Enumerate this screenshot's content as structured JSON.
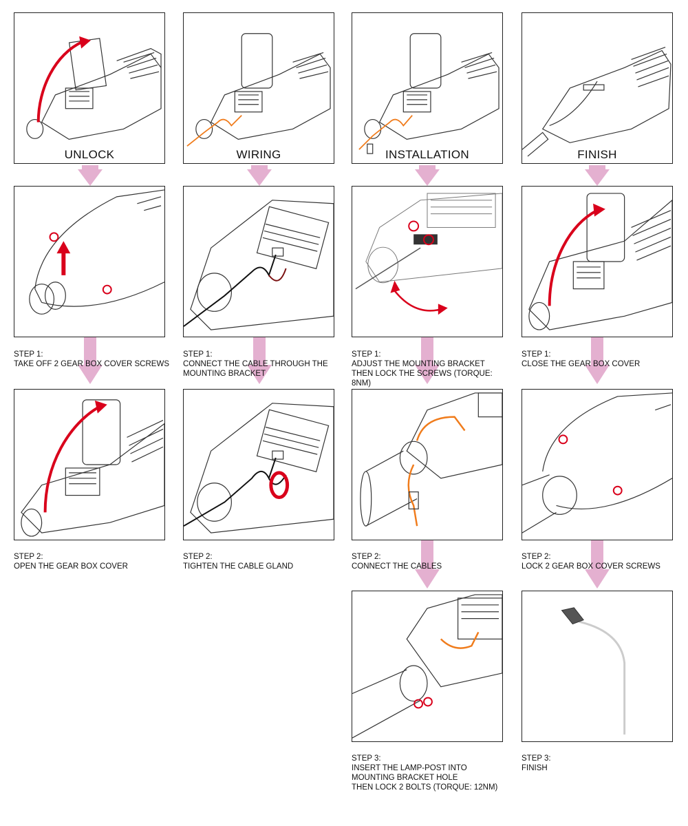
{
  "columns": [
    {
      "title": "UNLOCK"
    },
    {
      "title": "WIRING"
    },
    {
      "title": "INSTALLATION"
    },
    {
      "title": "FINISH"
    }
  ],
  "steps": {
    "unlock_1": "STEP 1:\nTAKE OFF 2 GEAR BOX COVER SCREWS",
    "unlock_2": "STEP 2:\nOPEN THE GEAR BOX COVER",
    "wiring_1": "STEP 1:\nCONNECT THE CABLE THROUGH THE MOUNTING BRACKET",
    "wiring_2": "STEP 2:\nTIGHTEN THE CABLE GLAND",
    "install_1": "STEP 1:\nADJUST THE MOUNTING BRACKET THEN LOCK THE SCREWS (TORQUE: 8Nm)",
    "install_2": "STEP 2:\nCONNECT THE CABLES",
    "install_3": "STEP 3:\nINSERT THE LAMP-POST INTO MOUNTING BRACKET HOLE\nTHEN LOCK 2 BOLTS (TORQUE: 12Nm)",
    "finish_1": "STEP 1:\nCLOSE THE GEAR BOX COVER",
    "finish_2": "STEP 2:\nLOCK 2 GEAR BOX COVER SCREWS",
    "finish_3": "STEP 3:\nFINISH"
  },
  "colors": {
    "flow_arrow": "#e4b0d0",
    "action_arrow": "#d9001b",
    "cable_orange": "#f07c1c",
    "outline": "#333333"
  }
}
